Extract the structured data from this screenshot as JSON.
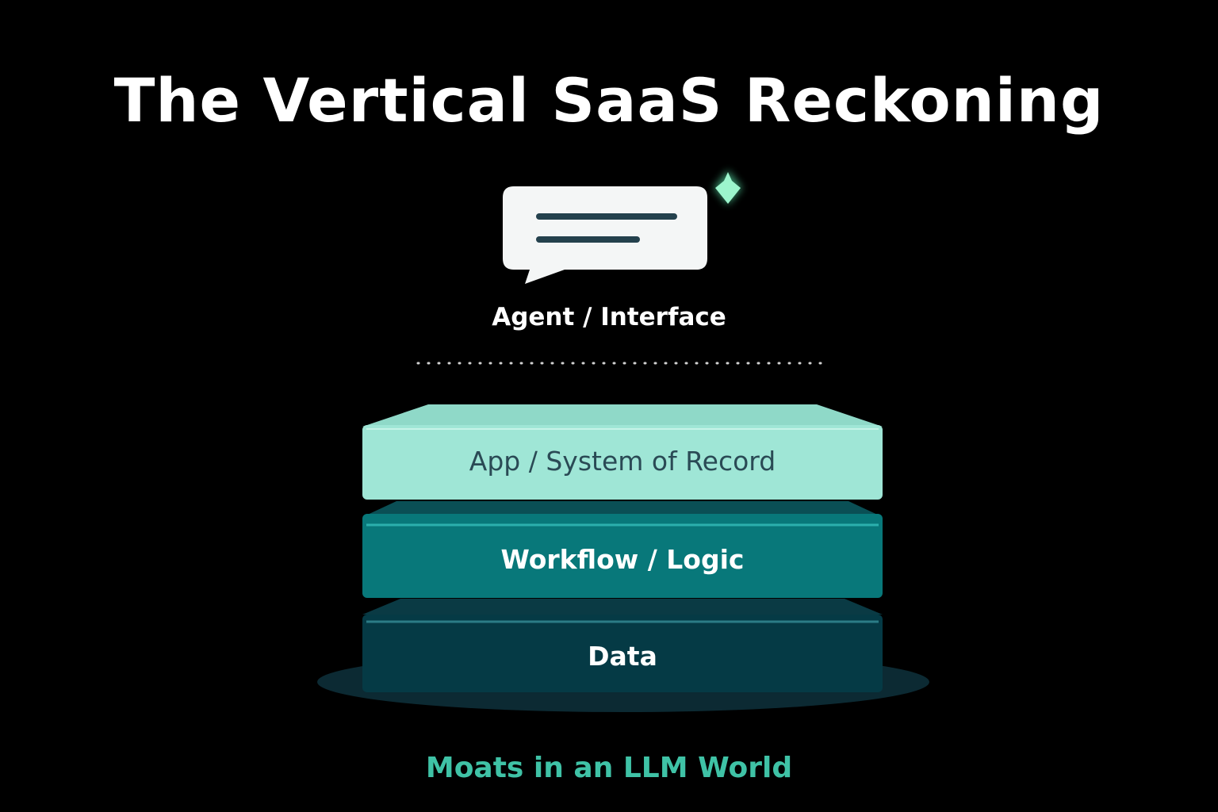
{
  "title": "The Vertical SaaS Reckoning",
  "agent": {
    "label": "Agent / Interface",
    "icon": "chat-bubble-icon",
    "accent_icon": "sparkle-icon"
  },
  "layers": [
    {
      "label": "App / System of Record",
      "color": "#9fe6d6"
    },
    {
      "label": "Workflow / Logic",
      "color": "#08787a"
    },
    {
      "label": "Data",
      "color": "#053a45"
    }
  ],
  "footer": "Moats in an LLM World",
  "colors": {
    "accent": "#3fc2a6",
    "background": "#000000"
  }
}
